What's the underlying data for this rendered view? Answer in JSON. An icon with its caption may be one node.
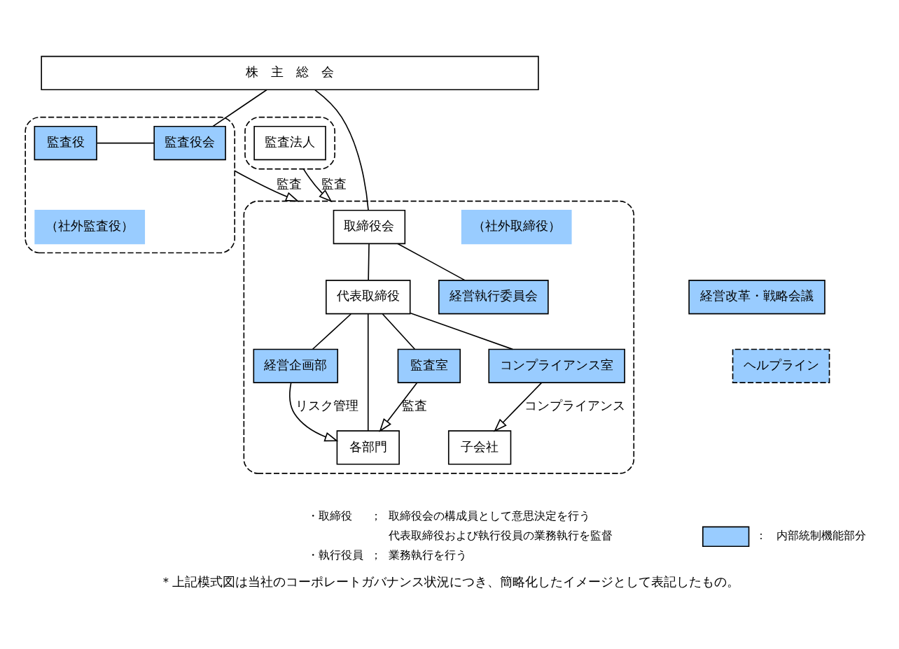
{
  "diagram": {
    "caption": "＊上記模式図は当社のコーポレートガバナンス状況につき、簡略化したイメージとして表記したもの。",
    "nodes": [
      {
        "text": [
          "株　主　総　会"
        ]
      },
      {
        "text": [],
        "shape": "box"
      },
      {
        "text": [
          "監査法人"
        ],
        "in": 1
      },
      {
        "text": [],
        "shape": "box"
      },
      {
        "text": [
          "監査役会"
        ],
        "in": 3
      },
      {
        "text": [
          "監査役"
        ],
        "in": 3
      },
      {
        "text": [
          "（社外監査役）"
        ],
        "in": 3
      },
      {
        "text": [],
        "shape": "box"
      },
      {
        "text": [
          "取締役会"
        ],
        "in": 7
      },
      {
        "text": [
          "（社外取締役）"
        ],
        "in": 7
      },
      {
        "text": [
          "経営執行委員会"
        ],
        "in": 7
      },
      {
        "text": [
          "代表取締役"
        ],
        "in": 7
      },
      {
        "text": [
          "監査室"
        ],
        "in": 7
      },
      {
        "text": [
          "経営企画部"
        ],
        "in": 7
      },
      {
        "text": [
          "コンプライアンス室"
        ],
        "in": 7
      },
      {
        "text": [
          "各部門"
        ],
        "in": 7
      },
      {
        "text": [
          "子会社"
        ],
        "in": 7
      },
      {
        "text": [
          "経営改革・戦略会議"
        ]
      },
      {
        "text": [
          "ヘルプライン"
        ]
      }
    ],
    "edges": [
      {
        "from": 0,
        "to": 8,
        "arrow": "none"
      },
      {
        "from": 0,
        "to": 4,
        "arrow": "none"
      },
      {
        "from": 4,
        "to": 5,
        "arrow": "none"
      },
      {
        "from": 1,
        "to": 7,
        "arrow": "to",
        "label": "監査"
      },
      {
        "from": 3,
        "to": 7,
        "arrow": "to",
        "label": "監査"
      },
      {
        "from": 8,
        "to": 10,
        "arrow": "none"
      },
      {
        "from": 8,
        "to": 11,
        "arrow": "none"
      },
      {
        "from": 11,
        "to": 12,
        "arrow": "none"
      },
      {
        "from": 11,
        "to": 13,
        "arrow": "none"
      },
      {
        "from": 11,
        "to": 14,
        "arrow": "none"
      },
      {
        "from": 11,
        "to": 15,
        "arrow": "none"
      },
      {
        "from": 12,
        "to": 15,
        "arrow": "to",
        "label": "監査"
      },
      {
        "from": 13,
        "to": 15,
        "arrow": "to",
        "label": "リスク管理"
      },
      {
        "from": 14,
        "to": 16,
        "arrow": "to",
        "label": "コンプライアンス"
      }
    ],
    "labels": [
      "・取締役",
      "；",
      "取締役会の構成員として意思決定を行う",
      "代表取締役および執行役員の業務執行を監督",
      "・執行役員",
      "；",
      "業務執行を行う",
      "："
    ],
    "legend": [
      {
        "text": "内部統制機能部分",
        "color": "#99ccff"
      }
    ]
  }
}
